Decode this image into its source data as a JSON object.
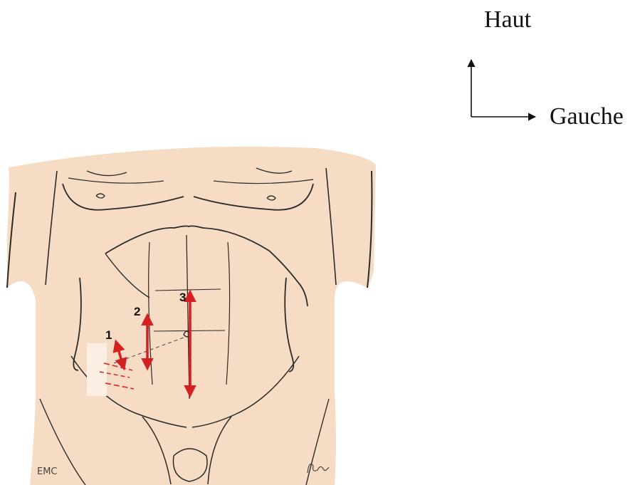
{
  "orientation": {
    "up_label": "Haut",
    "left_label": "Gauche"
  },
  "incisions": [
    {
      "number": "1"
    },
    {
      "number": "2"
    },
    {
      "number": "3"
    }
  ],
  "signature": {
    "left": "EMC"
  },
  "colors": {
    "skin": "#f6dcc4",
    "outline": "#2a2a2a",
    "incision": "#d42020",
    "patch": "#fbeee2"
  }
}
